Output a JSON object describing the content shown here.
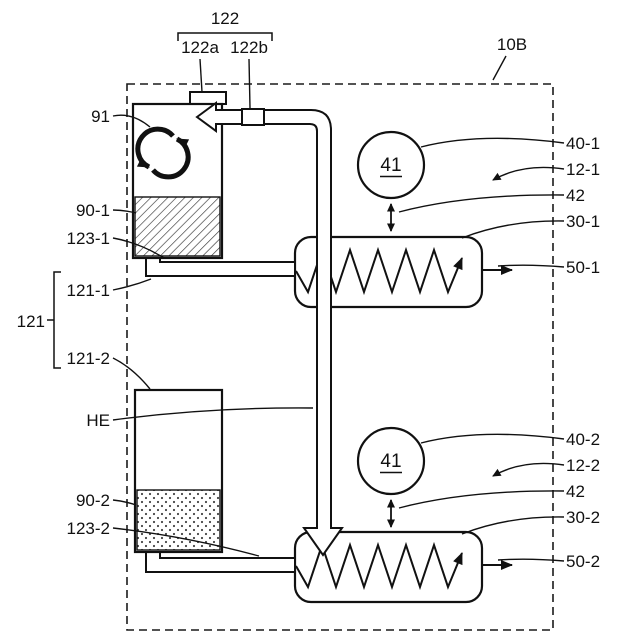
{
  "figure": {
    "boundary_ref": "10B",
    "inlet": {
      "group": "122",
      "part_a": "122a",
      "part_b": "122b"
    },
    "left": {
      "circulator": "91",
      "medium_upper": "90-1",
      "outlet_pipe_upper": "123-1",
      "unit_upper": "121-1",
      "unit_group": "121",
      "unit_lower": "121-2",
      "tank": "HE",
      "medium_lower": "90-2",
      "outlet_pipe_lower": "123-2"
    },
    "right": {
      "blower_upper": "40-1",
      "zone_upper": "12-1",
      "flow_upper": "42",
      "hx_upper": "30-1",
      "out_upper": "50-1",
      "blower_lower": "40-2",
      "zone_lower": "12-2",
      "flow_lower": "42",
      "hx_lower": "30-2",
      "out_lower": "50-2"
    },
    "fans": {
      "upper": "41",
      "lower": "41"
    }
  }
}
